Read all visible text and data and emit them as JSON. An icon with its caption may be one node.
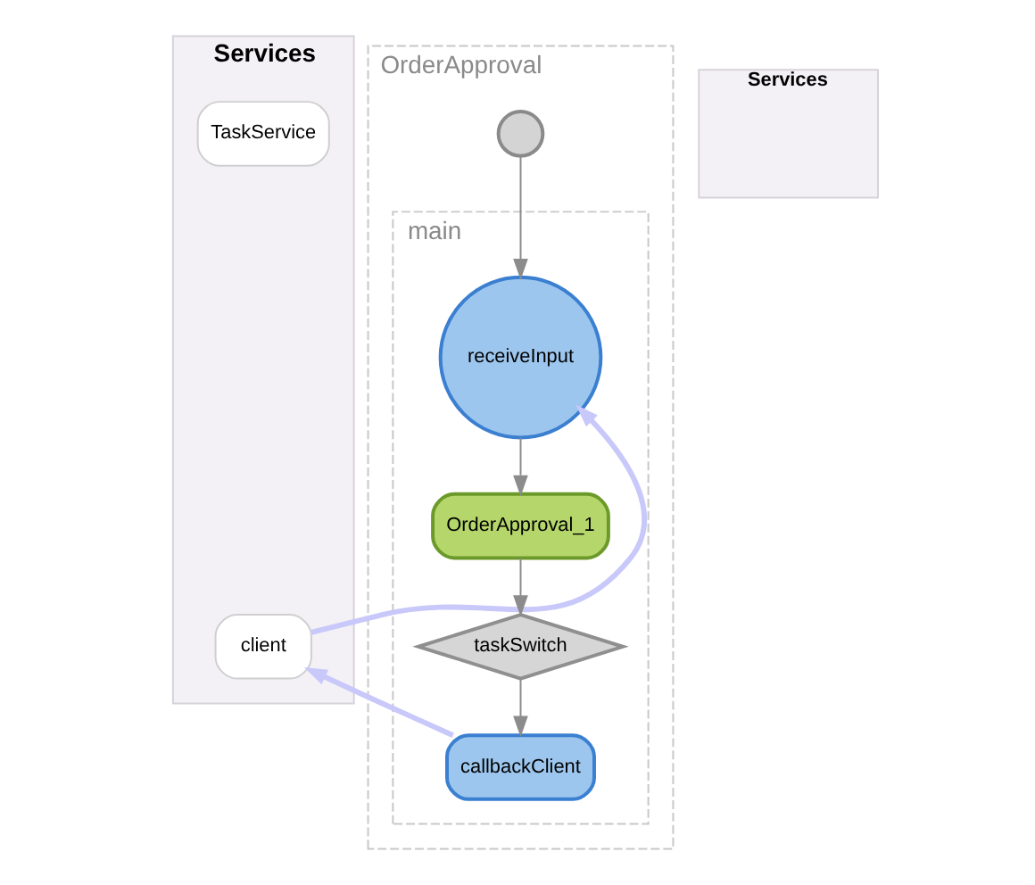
{
  "diagram": {
    "nodes": [
      {
        "text": [
          "Services"
        ]
      },
      {
        "text": [
          "TaskService"
        ],
        "in": 0
      },
      {
        "text": [
          "client"
        ],
        "in": 0
      },
      {
        "text": [
          "OrderApproval"
        ]
      },
      {
        "text": [],
        "shape": "circle",
        "in": 3
      },
      {
        "text": [
          "main"
        ],
        "in": 3
      },
      {
        "text": [
          "receiveInput"
        ],
        "in": 5
      },
      {
        "text": [
          "OrderApproval_1"
        ],
        "in": 5
      },
      {
        "text": [
          "taskSwitch"
        ],
        "in": 5
      },
      {
        "text": [
          "callbackClient"
        ],
        "in": 5
      },
      {
        "text": [
          "Services"
        ]
      }
    ],
    "edges": [
      {
        "from": 2,
        "to": 6,
        "arrow": "to",
        "style": "thick",
        "color": "#c8c8fa"
      },
      {
        "from": 4,
        "to": 6,
        "arrow": "to"
      },
      {
        "from": 6,
        "to": 7,
        "arrow": "to"
      },
      {
        "from": 7,
        "to": 8,
        "arrow": "to"
      },
      {
        "from": 8,
        "to": 9,
        "arrow": "to"
      },
      {
        "from": 9,
        "to": 2,
        "arrow": "to",
        "style": "thick",
        "color": "#c8c8fa"
      }
    ]
  }
}
